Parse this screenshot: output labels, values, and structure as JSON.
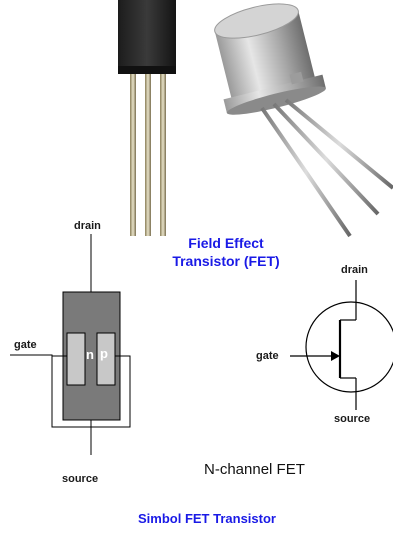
{
  "title_line1": "Field Effect",
  "title_line2": "Transistor (FET)",
  "structure": {
    "drain": "drain",
    "gate": "gate",
    "source": "source",
    "n_region": "n",
    "p_region": "p"
  },
  "symbol": {
    "drain": "drain",
    "gate": "gate",
    "source": "source"
  },
  "channel_caption": "N-channel FET",
  "bottom_caption": "Simbol FET Transistor",
  "colors": {
    "title": "#1a1ae6",
    "body_gray": "#7a7a7a",
    "region_gray": "#c8c8c8",
    "metal": "#b9b9b9",
    "dark_package": "#2b2b2b"
  }
}
